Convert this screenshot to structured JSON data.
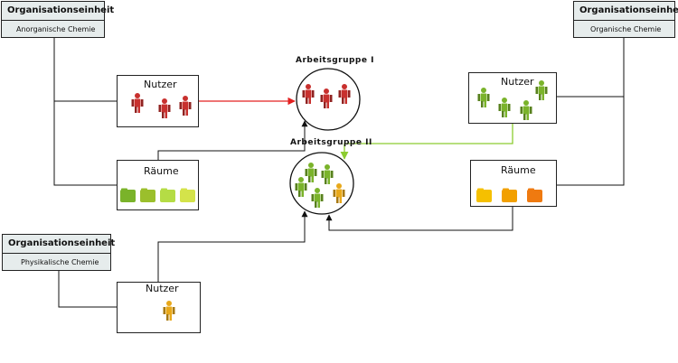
{
  "org_units": {
    "anorganisch": {
      "header": "Organisationseinheit",
      "name": "Anorganische Chemie"
    },
    "organisch": {
      "header": "Organisationseinheit",
      "name": "Organische Chemie"
    },
    "physikalisch": {
      "header": "Organisationseinheit",
      "name": "Physikalische Chemie"
    }
  },
  "boxes": {
    "nutzer_anorg": {
      "label": "Nutzer",
      "people": [
        "#c8302e",
        "#c8302e",
        "#c8302e"
      ]
    },
    "raeume_anorg": {
      "label": "Räume",
      "rooms": [
        "#7ab32a",
        "#9bbf2c",
        "#b5dc45",
        "#d4e34a"
      ]
    },
    "nutzer_org": {
      "label": "Nutzer",
      "people": [
        "#7ab32a",
        "#7ab32a",
        "#7ab32a",
        "#7ab32a"
      ]
    },
    "raeume_org": {
      "label": "Räume",
      "rooms": [
        "#f5c000",
        "#f2a000",
        "#ef7a10"
      ]
    },
    "nutzer_phys": {
      "label": "Nutzer",
      "people": [
        "#e8a81a"
      ]
    }
  },
  "groups": {
    "ag1": {
      "label": "Arbeitsgruppe I",
      "people": [
        "#c8302e",
        "#c8302e",
        "#c8302e"
      ]
    },
    "ag2": {
      "label": "Arbeitsgruppe II",
      "people": [
        "#7ab32a",
        "#7ab32a",
        "#7ab32a",
        "#7ab32a",
        "#e8a81a"
      ]
    }
  },
  "colors": {
    "red_arrow": "#e32020",
    "green_arrow": "#8ccc30",
    "line": "#111111",
    "org_fill": "#e6ecec"
  },
  "icons": {
    "person": "person-icon",
    "room": "room-block-icon"
  }
}
